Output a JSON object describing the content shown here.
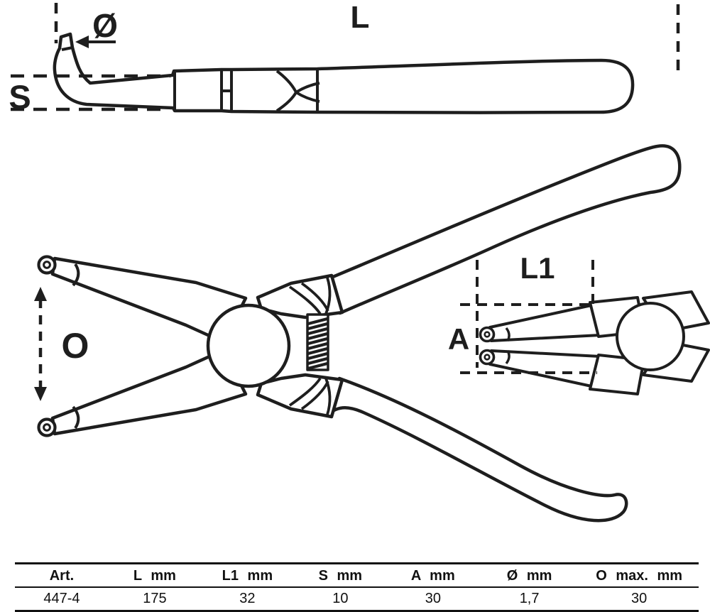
{
  "colors": {
    "line": "#1e1e1e",
    "background": "#ffffff"
  },
  "side_view": {
    "length_label": "L",
    "diameter_label": "Ø",
    "thickness_label": "S"
  },
  "open_view": {
    "opening_label": "O"
  },
  "detail_view": {
    "jaw_length_label": "L1",
    "tip_label": "A"
  },
  "table": {
    "columns": [
      "Art.",
      "L mm",
      "L1 mm",
      "S mm",
      "A mm",
      "Ø mm",
      "O max. mm"
    ],
    "row": [
      "447-4",
      "175",
      "32",
      "10",
      "30",
      "1,7",
      "30"
    ]
  }
}
